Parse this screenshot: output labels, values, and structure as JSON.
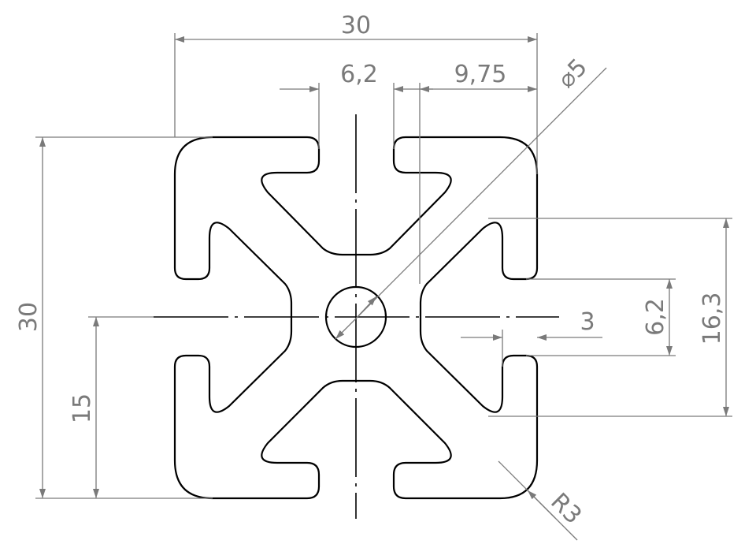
{
  "drawing": {
    "line_color": "#000000",
    "dimension_color": "#7a7a7a",
    "profile_color": "#000000",
    "dimensions": {
      "overall_width": "30",
      "slot_width_top": "6,2",
      "slot_offset_top": "9,75",
      "bore_diameter": "⌀5",
      "overall_height": "30",
      "half_height": "15",
      "slot_wall": "3",
      "slot_width_right": "6,2",
      "slot_span_right": "16,3",
      "corner_radius": "R3"
    }
  }
}
